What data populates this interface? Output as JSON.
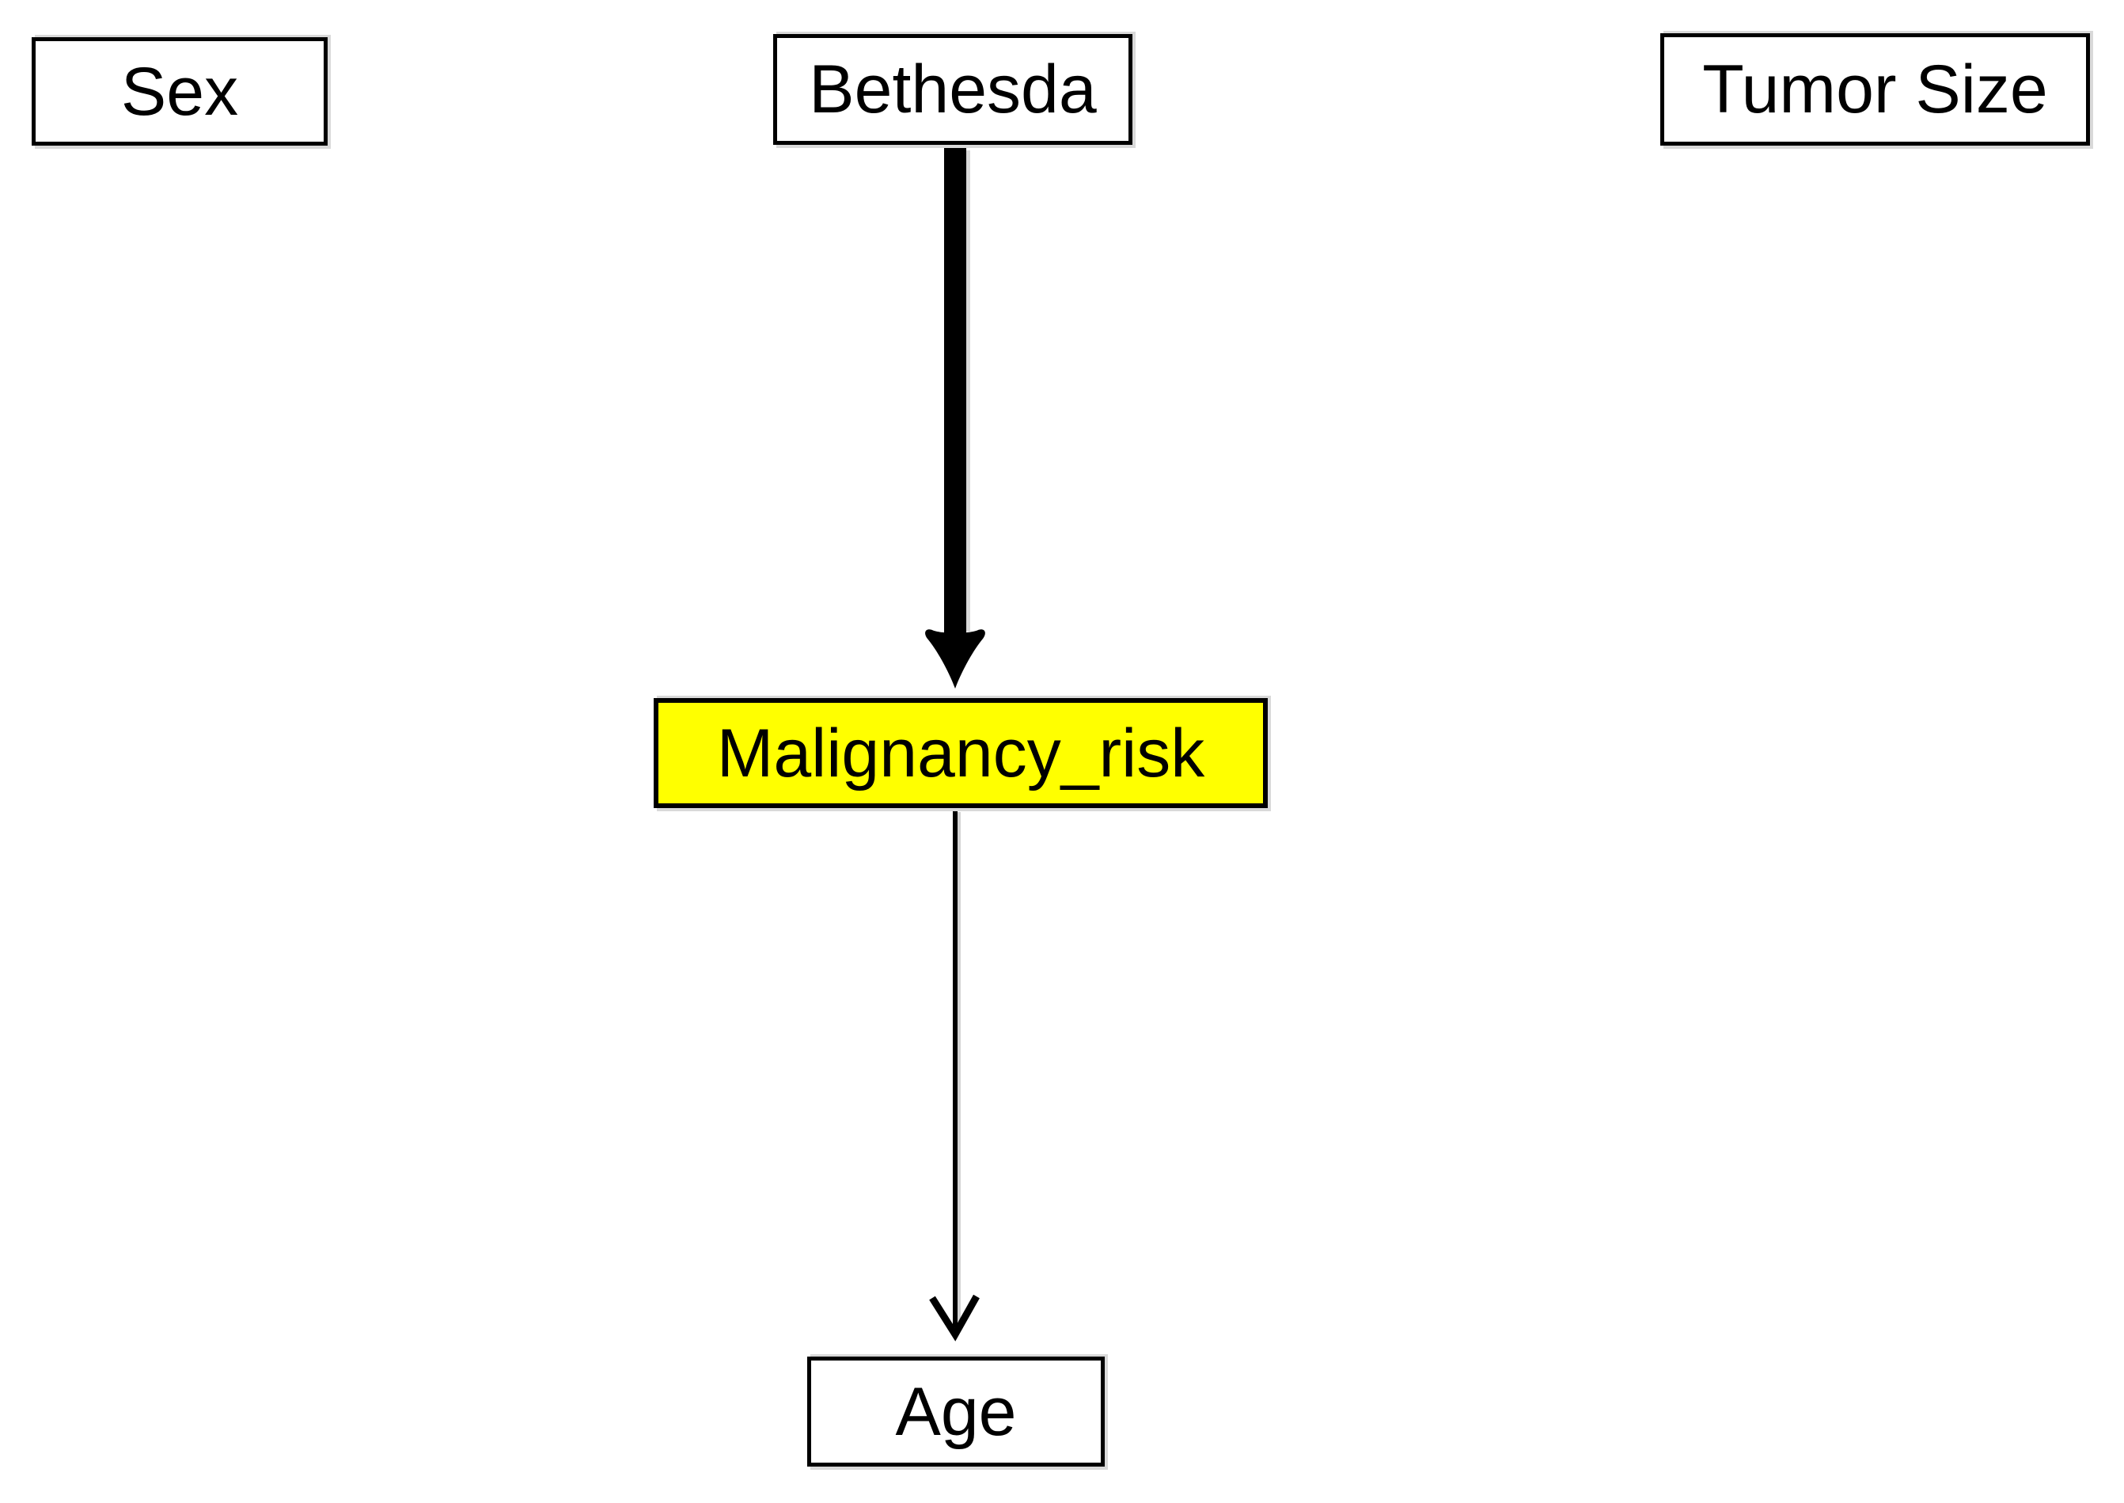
{
  "diagram": {
    "nodes": [
      {
        "id": "sex",
        "label": "Sex",
        "fill": "#ffffff"
      },
      {
        "id": "bethesda",
        "label": "Bethesda",
        "fill": "#ffffff"
      },
      {
        "id": "tumor_size",
        "label": "Tumor Size",
        "fill": "#ffffff"
      },
      {
        "id": "malignancy_risk",
        "label": "Malignancy_risk",
        "fill": "#ffff00"
      },
      {
        "id": "age",
        "label": "Age",
        "fill": "#ffffff"
      }
    ],
    "edges": [
      {
        "from": "Bethesda",
        "to": "Malignancy_risk",
        "stroke": "thick",
        "arrowhead": "solid-filled"
      },
      {
        "from": "Malignancy_risk",
        "to": "Age",
        "stroke": "thin",
        "arrowhead": "open-v"
      }
    ],
    "colors": {
      "background": "#ffffff",
      "node_border": "#000000",
      "text": "#000000",
      "highlight_fill": "#ffff00",
      "default_fill": "#ffffff",
      "edge": "#000000",
      "shadow": "#d9d9d9"
    }
  }
}
